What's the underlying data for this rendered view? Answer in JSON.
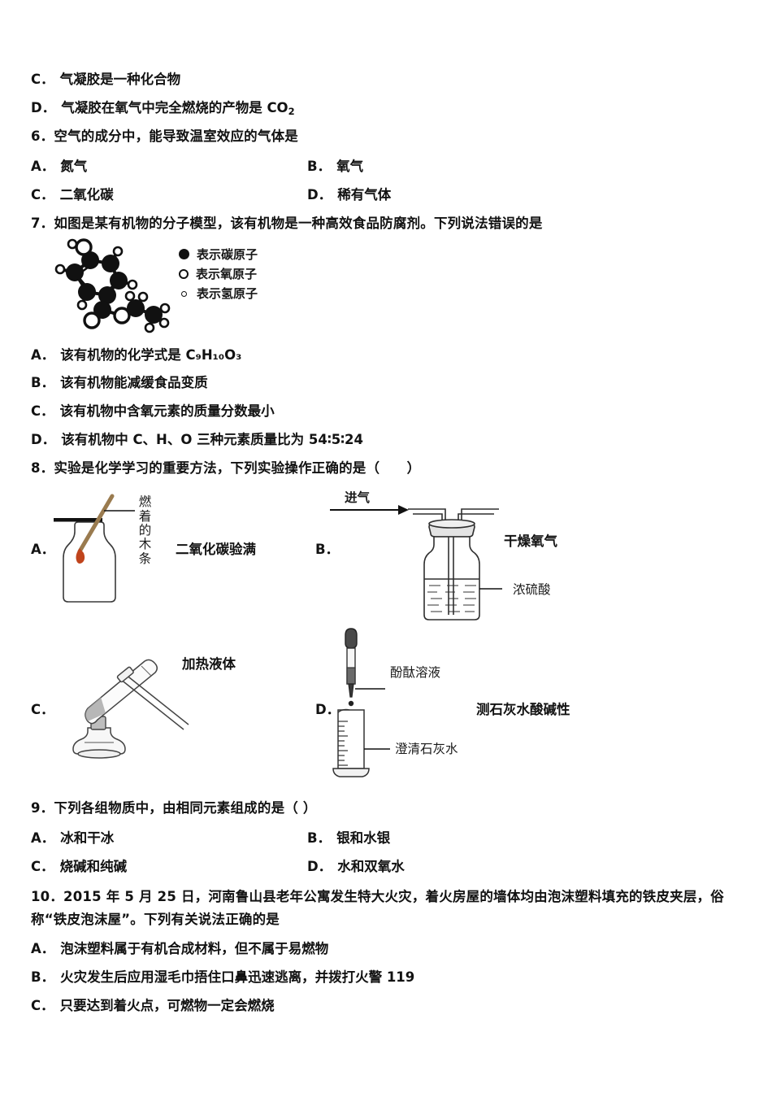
{
  "document": {
    "kind": "chemistry-exam-page"
  },
  "questions": [
    {
      "id": "q5-tail",
      "options": [
        {
          "label": "C．",
          "text": "气凝胶是一种化合物"
        },
        {
          "label": "D．",
          "text": "气凝胶在氧气中完全燃烧的产物是 CO",
          "sub": "2"
        }
      ]
    },
    {
      "id": "q6",
      "stem": "6．空气的成分中，能导致温室效应的气体是",
      "options": [
        {
          "label": "A．",
          "text": "氮气"
        },
        {
          "label": "B．",
          "text": "氧气"
        },
        {
          "label": "C．",
          "text": "二氧化碳"
        },
        {
          "label": "D．",
          "text": "稀有气体"
        }
      ]
    },
    {
      "id": "q7",
      "stem": "7．如图是某有机物的分子模型，该有机物是一种高效食品防腐剂。下列说法错误的是",
      "figure": {
        "name": "molecular-model",
        "legend": [
          {
            "symbol": "filled-circle",
            "text": "表示碳原子"
          },
          {
            "symbol": "open-circle",
            "text": "表示氧原子"
          },
          {
            "symbol": "small-open-circle",
            "text": "表示氢原子"
          }
        ]
      },
      "options": [
        {
          "label": "A．",
          "text": "该有机物的化学式是 C",
          "formula": "C9H10O3",
          "text_full": "该有机物的化学式是 C₉H₁₀O₃"
        },
        {
          "label": "B．",
          "text": "该有机物能减缓食品变质"
        },
        {
          "label": "C．",
          "text": "该有机物中含氧元素的质量分数最小"
        },
        {
          "label": "D．",
          "text": "该有机物中 C、H、O 三种元素质量比为 54∶5∶24"
        }
      ]
    },
    {
      "id": "q8",
      "stem": "8．实验是化学学习的重要方法，下列实验操作正确的是（　　）",
      "choices": [
        {
          "label": "A．",
          "caption": "二氧化碳验满",
          "figure": "bottle-with-burning-stick",
          "annotations": [
            {
              "name": "burning-wooden-stick-label",
              "text": "燃着的木条"
            }
          ]
        },
        {
          "label": "B．",
          "caption": "干燥氧气",
          "figure": "gas-washing-bottle",
          "annotations": [
            {
              "name": "gas-inlet-label",
              "text": "进气"
            },
            {
              "name": "concentrated-sulfuric-acid-label",
              "text": "浓硫酸"
            }
          ]
        },
        {
          "label": "C．",
          "caption": "加热液体",
          "figure": "test-tube-over-alcohol-lamp",
          "annotations": []
        },
        {
          "label": "D．",
          "caption": "测石灰水酸碱性",
          "figure": "dropper-over-graduated-cylinder",
          "annotations": [
            {
              "name": "phenolphthalein-solution-label",
              "text": "酚酞溶液"
            },
            {
              "name": "limewater-label",
              "text": "澄清石灰水"
            }
          ]
        }
      ]
    },
    {
      "id": "q9",
      "stem": "9．下列各组物质中，由相同元素组成的是（ ）",
      "options": [
        {
          "label": "A．",
          "text": "冰和干冰"
        },
        {
          "label": "B．",
          "text": "银和水银"
        },
        {
          "label": "C．",
          "text": "烧碱和纯碱"
        },
        {
          "label": "D．",
          "text": "水和双氧水"
        }
      ]
    },
    {
      "id": "q10",
      "stem": "10．2015 年 5 月 25 日，河南鲁山县老年公寓发生特大火灾，着火房屋的墙体均由泡沫塑料填充的铁皮夹层，俗称“铁皮泡沫屋”。下列有关说法正确的是",
      "options": [
        {
          "label": "A．",
          "text": "泡沫塑料属于有机合成材料，但不属于易燃物"
        },
        {
          "label": "B．",
          "text": "火灾发生后应用湿毛巾捂住口鼻迅速逃离，并拨打火警 119"
        },
        {
          "label": "C．",
          "text": "只要达到着火点，可燃物一定会燃烧"
        }
      ]
    }
  ],
  "colors": {
    "ink": "#121212",
    "paper": "#ffffff",
    "flame": "#c0441c",
    "wood": "#9a7b4f",
    "glass_stroke": "#3a3a3a"
  }
}
